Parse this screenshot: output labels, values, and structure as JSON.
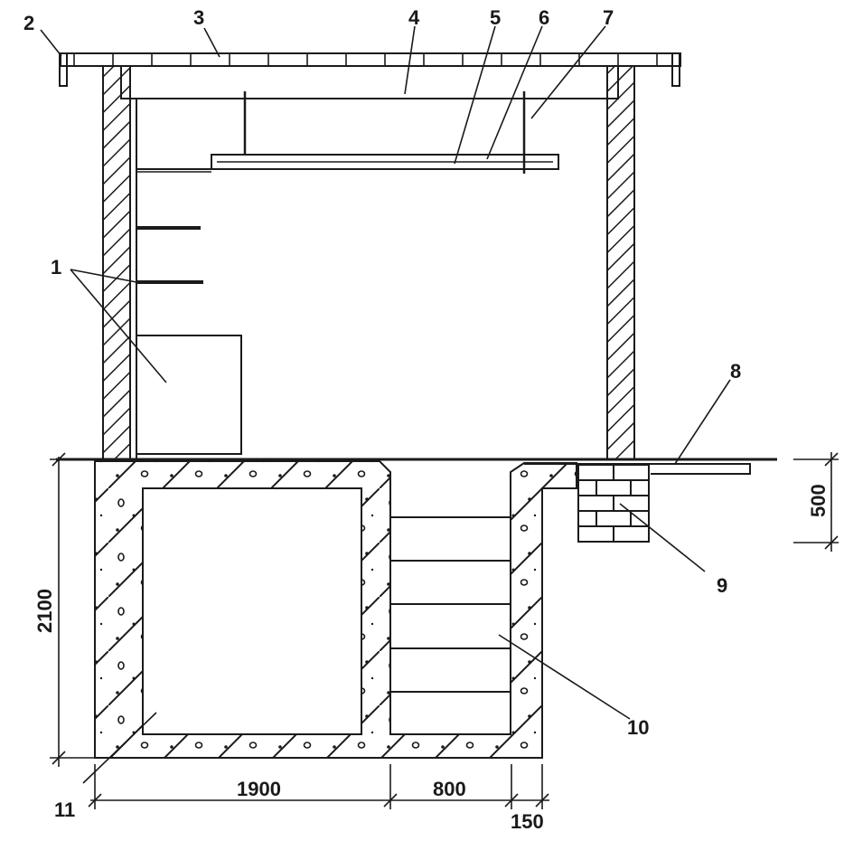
{
  "callouts": {
    "c1": "1",
    "c2": "2",
    "c3": "3",
    "c4": "4",
    "c5": "5",
    "c6": "6",
    "c7": "7",
    "c8": "8",
    "c9": "9",
    "c10": "10",
    "c11": "11"
  },
  "dimensions": {
    "depth": "2100",
    "left_width": "1900",
    "right_width": "800",
    "wall": "150",
    "footing": "500"
  }
}
